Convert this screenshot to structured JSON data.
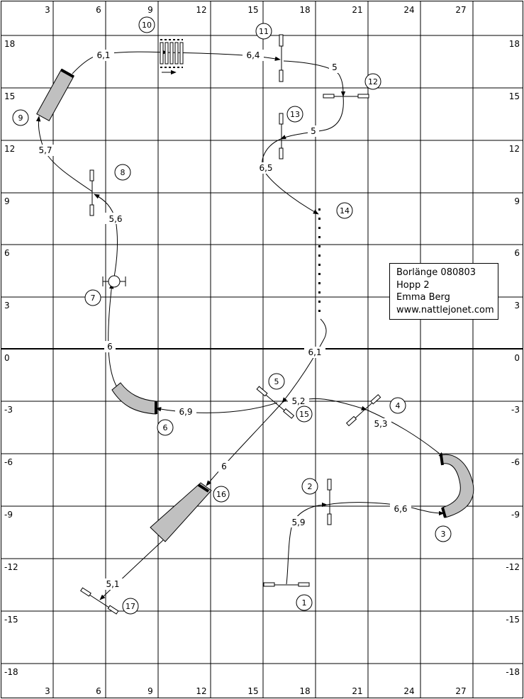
{
  "axes": {
    "x_ticks": [
      "3",
      "6",
      "9",
      "12",
      "15",
      "18",
      "21",
      "24",
      "27"
    ],
    "y_ticks": [
      "18",
      "15",
      "12",
      "9",
      "6",
      "3",
      "0",
      "-3",
      "-6",
      "-9",
      "-12",
      "-15",
      "-18"
    ]
  },
  "info": {
    "line1": "Borlänge 080803",
    "line2": "Hopp 2",
    "line3": "Emma Berg",
    "line4": "www.nattlejonet.com"
  },
  "obstacles": [
    {
      "number": "1",
      "type": "jump"
    },
    {
      "number": "2",
      "type": "jump"
    },
    {
      "number": "3",
      "type": "tunnel"
    },
    {
      "number": "4",
      "type": "jump"
    },
    {
      "number": "5",
      "type": "jump"
    },
    {
      "number": "6",
      "type": "tunnel"
    },
    {
      "number": "7",
      "type": "tire"
    },
    {
      "number": "8",
      "type": "jump"
    },
    {
      "number": "9",
      "type": "tunnel"
    },
    {
      "number": "10",
      "type": "long-jump"
    },
    {
      "number": "11",
      "type": "jump"
    },
    {
      "number": "12",
      "type": "jump"
    },
    {
      "number": "13",
      "type": "jump"
    },
    {
      "number": "14",
      "type": "weave-poles"
    },
    {
      "number": "15",
      "type": "jump"
    },
    {
      "number": "16",
      "type": "chute"
    },
    {
      "number": "17",
      "type": "jump"
    }
  ],
  "distances": [
    "5,9",
    "6,6",
    "5,3",
    "5,2",
    "6,9",
    "6",
    "5,6",
    "5,7",
    "6,1",
    "6,4",
    "5",
    "5",
    "6,5",
    "6,1",
    "6",
    "5,1"
  ]
}
